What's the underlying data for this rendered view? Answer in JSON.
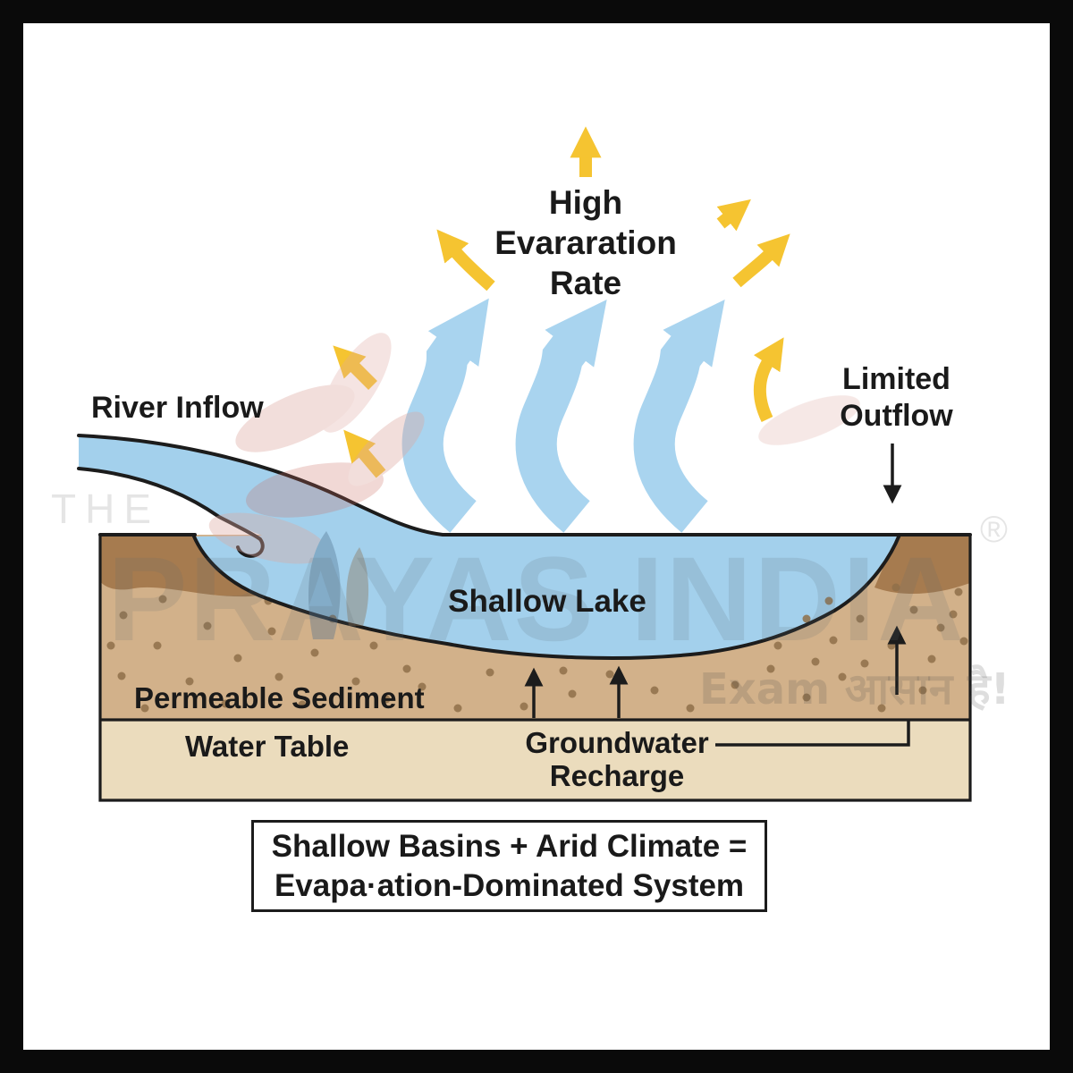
{
  "colors": {
    "outline": "#1c1c1c",
    "label": "#1a1a1a",
    "lake": "#a3d0ec",
    "wave-arrow": "#a9d4ef",
    "yellow": "#f5c431",
    "sediment": "#d2b18a",
    "sediment-dark": "#a67b4f",
    "sediment-dot": "#8f7049",
    "water-table": "#ebdcbd",
    "wm-gray": "rgba(95,105,115,0.16)",
    "wm-light": "rgba(0,0,0,0.10)",
    "wm-pink": "#dda89f",
    "wm-red": "#c96a5e",
    "wm-slate": "#51718e",
    "wm-brown": "#8a6a4a"
  },
  "title": {
    "line1": "High",
    "line2": "Evararation",
    "line3": "Rate"
  },
  "labels": {
    "river_inflow": "River Inflow",
    "limited_outflow_line1": "Limited",
    "limited_outflow_line2": "Outflow",
    "shallow_lake": "Shallow Lake",
    "permeable_sediment": "Permeable Sediment",
    "water_table": "Water Table",
    "groundwater_line1": "Groundwater",
    "groundwater_line2": "Recharge"
  },
  "caption": {
    "line1": "Shallow Basins + Arid Climate =",
    "line2": "Evapa·ation-Dominated System"
  },
  "watermark": {
    "prefix": "THE",
    "brand": "PRAYAS INDIA",
    "registered": "®",
    "tagline": "Exam आसान है!"
  }
}
